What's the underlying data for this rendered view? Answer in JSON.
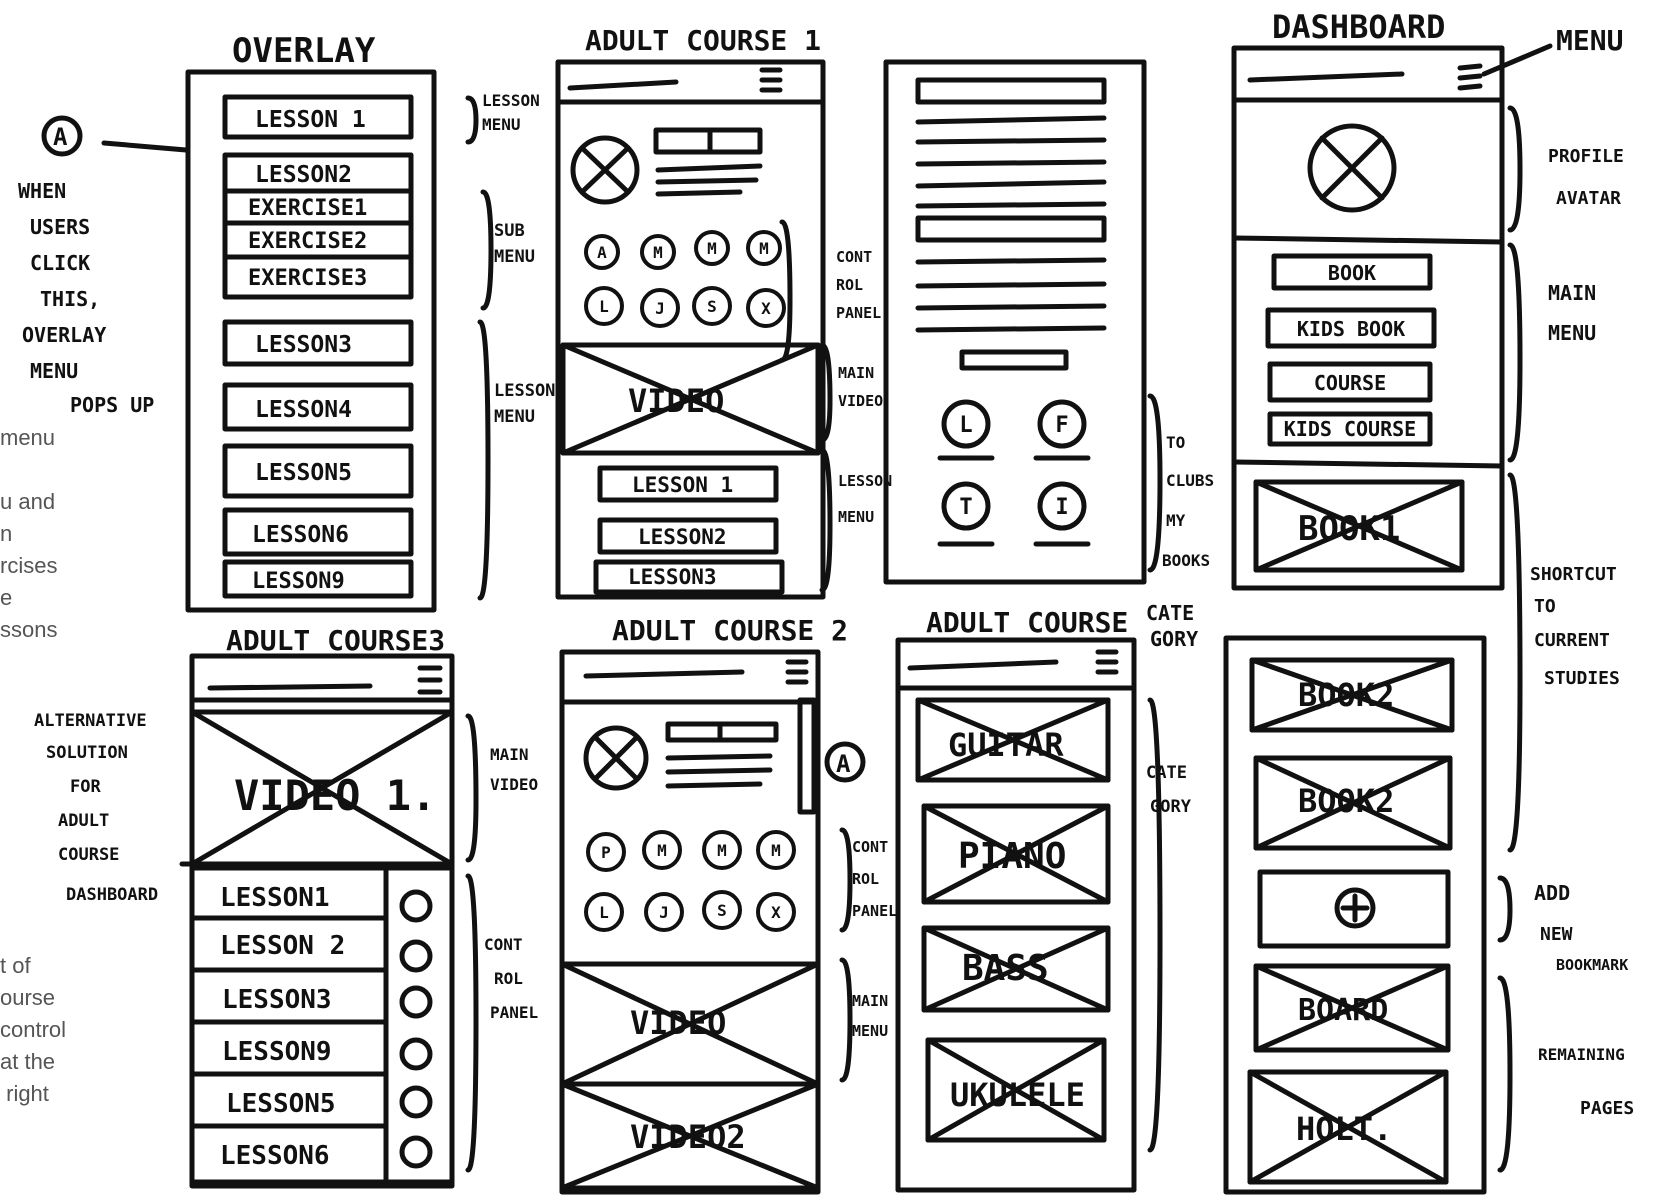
{
  "side_notes": {
    "note_top": "menu\n\nu and\nn\nrcises\ne\nssons",
    "note_bottom": "t of\nourse\ncontrol\nat the\n right"
  },
  "titles": {
    "overlay": "OVERLAY",
    "adult_course_1": "ADULT COURSE 1",
    "dashboard": "DASHBOARD",
    "adult_course_3": "ADULT COURSE3",
    "adult_course_2": "ADULT COURSE 2",
    "adult_course_category": "ADULT COURSE"
  },
  "overlay": {
    "items": [
      "LESSON 1",
      "LESSON2",
      "EXERCISE1",
      "EXERCISE2",
      "EXERCISE3",
      "LESSON3",
      "LESSON4",
      "LESSON5",
      "LESSON6",
      "LESSON9"
    ],
    "marker": "A",
    "note": [
      "WHEN",
      "USERS",
      "CLICK",
      "THIS,",
      "OVERLAY",
      "MENU",
      "POPS UP"
    ],
    "annot_lesson_menu": [
      "LESSON",
      "MENU"
    ],
    "annot_sub_menu": [
      "SUB",
      "MENU"
    ],
    "annot_lesson_menu2": [
      "LESSON",
      "MENU"
    ]
  },
  "adult_course_1": {
    "controls": [
      "A",
      "M",
      "M",
      "M",
      "L",
      "J",
      "S",
      "X"
    ],
    "video_label": "VIDEO",
    "lessons": [
      "LESSON 1",
      "LESSON2",
      "LESSON3"
    ],
    "annot_control": [
      "CONT",
      "ROL",
      "PANEL"
    ],
    "annot_main_video": [
      "MAIN",
      "VIDEO"
    ],
    "annot_lesson_menu": [
      "LESSON",
      "MENU"
    ]
  },
  "profile_screen": {
    "icons": [
      "L",
      "F",
      "T",
      "I"
    ],
    "annot": [
      "TO",
      "CLUBS",
      "MY",
      "BOOKS"
    ]
  },
  "dashboard": {
    "menu_label": "MENU",
    "menu_items": [
      "BOOK",
      "KIDS BOOK",
      "COURSE",
      "KIDS COURSE"
    ],
    "book_label": "BOOK1",
    "annot_profile": [
      "PROFILE",
      "AVATAR"
    ],
    "annot_main_menu": [
      "MAIN",
      "MENU"
    ],
    "annot_shortcut": [
      "SHORTCUT",
      "TO",
      "CURRENT",
      "STUDIES"
    ]
  },
  "adult_course_3": {
    "video_label": "VIDEO 1.",
    "lessons": [
      "LESSON1",
      "LESSON 2",
      "LESSON3",
      "LESSON9",
      "LESSON5",
      "LESSON6"
    ],
    "note": [
      "ALTERNATIVE",
      "SOLUTION",
      "FOR",
      "ADULT",
      "COURSE",
      "DASHBOARD"
    ],
    "annot_main_video": [
      "MAIN",
      "VIDEO"
    ],
    "annot_control": [
      "CONT",
      "ROL",
      "PANEL"
    ]
  },
  "adult_course_2": {
    "controls": [
      "P",
      "M",
      "M",
      "M",
      "L",
      "J",
      "S",
      "X"
    ],
    "video_labels": [
      "VIDEO",
      "VIDEO2"
    ],
    "marker": "A",
    "annot_control": [
      "CONT",
      "ROL",
      "PANEL"
    ],
    "annot_main_menu": [
      "MAIN",
      "MENU"
    ]
  },
  "adult_course_category": {
    "title_suffix": [
      "CATE",
      "GORY"
    ],
    "categories": [
      "GUITAR",
      "PIANO",
      "BASS",
      "UKULELE"
    ],
    "annot_category": [
      "CATE",
      "GORY"
    ]
  },
  "dashboard_2": {
    "books": [
      "BOOK2",
      "BOOK2"
    ],
    "pages": [
      "BOARD",
      "HOLT."
    ],
    "annot_add": [
      "ADD",
      "NEW",
      "BOOKMARK"
    ],
    "annot_remaining": [
      "REMAINING",
      "PAGES"
    ]
  }
}
